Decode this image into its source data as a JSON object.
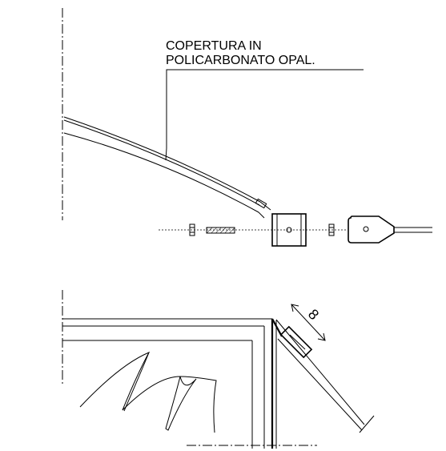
{
  "annotation": {
    "line1": "COPERTURA IN",
    "line2": "POLICARBONATO OPAL."
  },
  "dimension": {
    "value": "8"
  }
}
